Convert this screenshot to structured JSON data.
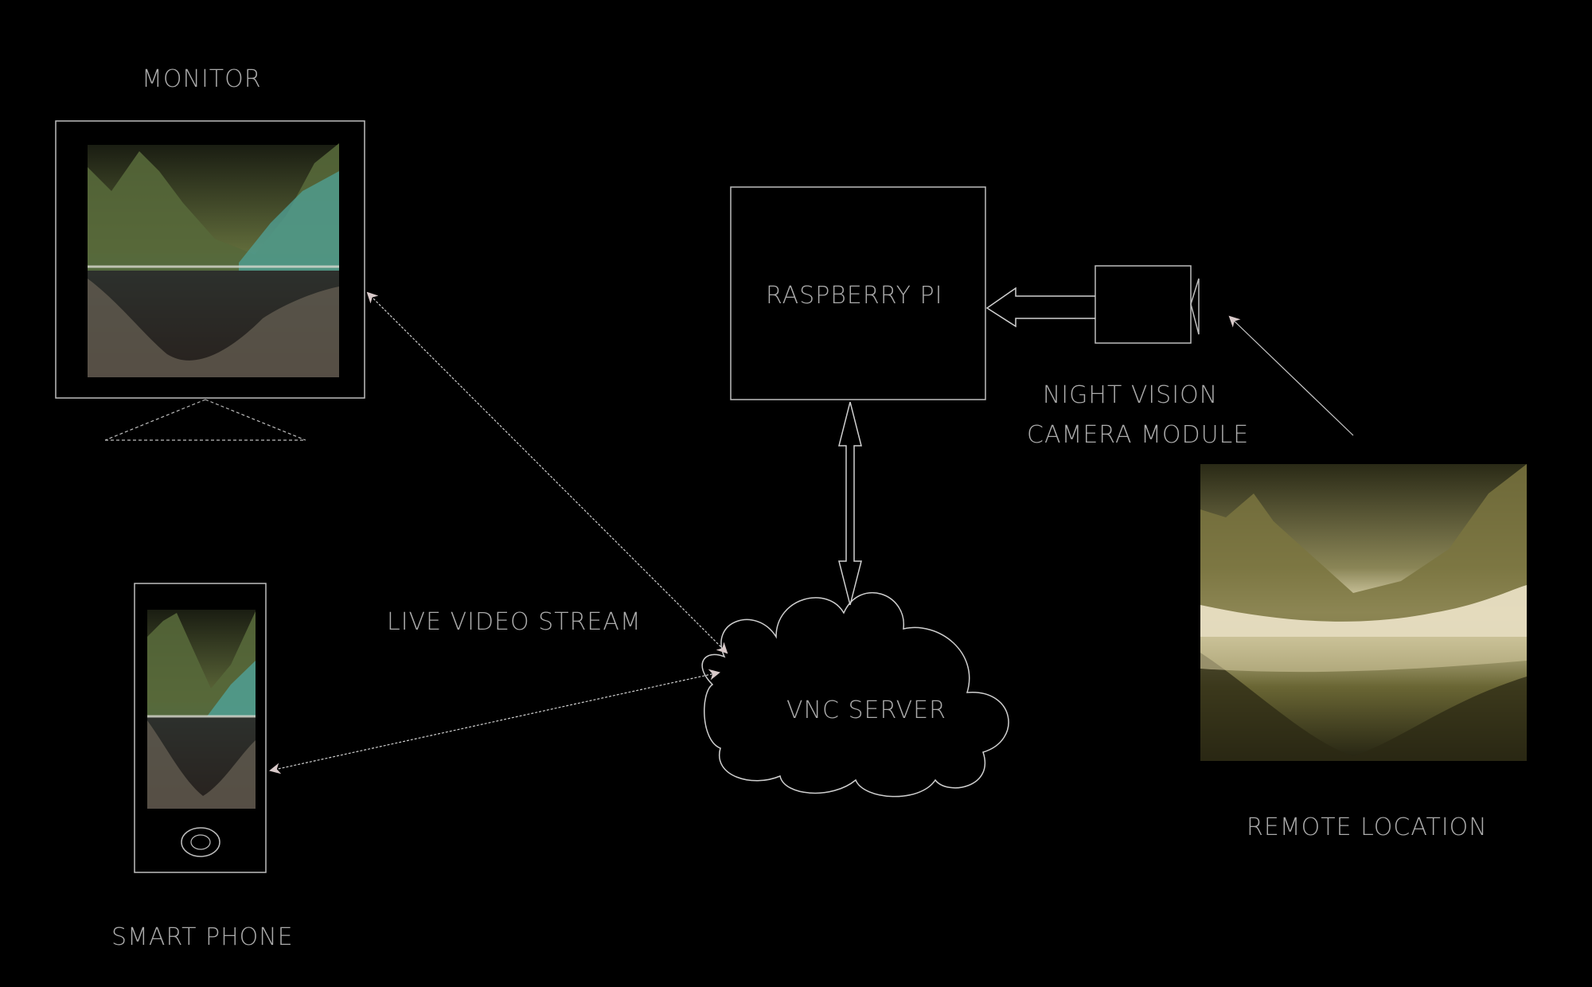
{
  "diagram": {
    "labels": {
      "monitor": "MONITOR",
      "raspberry_pi": "RASPBERRY PI",
      "camera_line1": "NIGHT VISION",
      "camera_line2": "CAMERA MODULE",
      "live_video_stream": "LIVE VIDEO STREAM",
      "vnc_server": "VNC SERVER",
      "remote_location": "REMOTE LOCATION",
      "smart_phone": "SMART PHONE"
    },
    "colors": {
      "background": "#000000",
      "outline": "#cfcfcf",
      "text": "#c9c9c9",
      "scene_dark": "#3a4a2a",
      "scene_teal": "#4a8a80",
      "scene_light": "#e8e0b0"
    }
  }
}
